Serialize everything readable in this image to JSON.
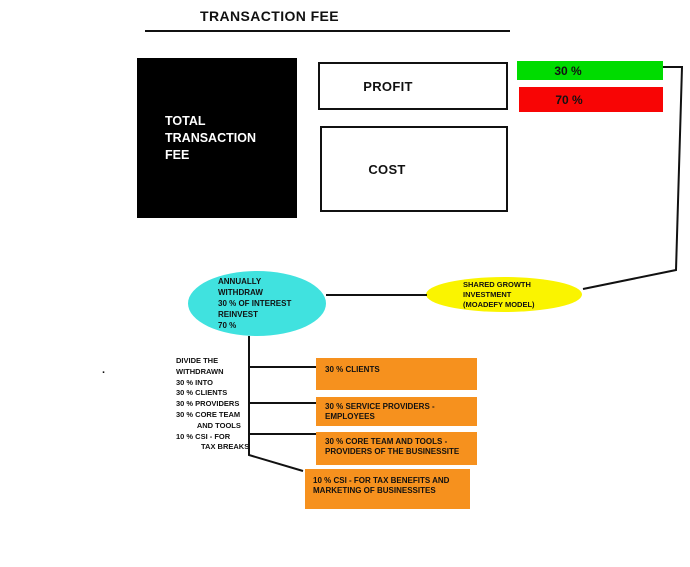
{
  "title": "TRANSACTION FEE",
  "total_box": {
    "label": "TOTAL\nTRANSACTION\nFEE"
  },
  "profit_box": {
    "label": "PROFIT"
  },
  "cost_box": {
    "label": "COST"
  },
  "split_bars": [
    {
      "label": "30 %",
      "color": "#00DC00",
      "meaning": "profit share"
    },
    {
      "label": "70 %",
      "color": "#F80505",
      "meaning": "cost share"
    }
  ],
  "annually_ellipse": {
    "label": "ANNUALLY\nWITHDRAW\n30 % OF INTEREST\nREINVEST\n70 %",
    "color": "#40E2DF"
  },
  "shared_growth_ellipse": {
    "label": "SHARED GROWTH\nINVESTMENT\n(MOADEFY MODEL)",
    "color": "#FAF400"
  },
  "divide_note": {
    "label": "DIVIDE THE\nWITHDRAWN\n30 % INTO\n30 % CLIENTS\n30 % PROVIDERS\n30 % CORE TEAM\n          AND TOOLS\n10 % CSI - FOR\n            TAX BREAKS"
  },
  "allocation_boxes": [
    {
      "label": "30 % CLIENTS"
    },
    {
      "label": "30 % SERVICE PROVIDERS -\nEMPLOYEES"
    },
    {
      "label": "30 % CORE TEAM AND TOOLS -\nPROVIDERS OF THE BUSINESSITE"
    },
    {
      "label": "10 % CSI - FOR TAX BENEFITS AND\nMARKETING OF BUSINESSITES"
    }
  ],
  "allocation_color": "#F6911E",
  "stray_mark": "."
}
